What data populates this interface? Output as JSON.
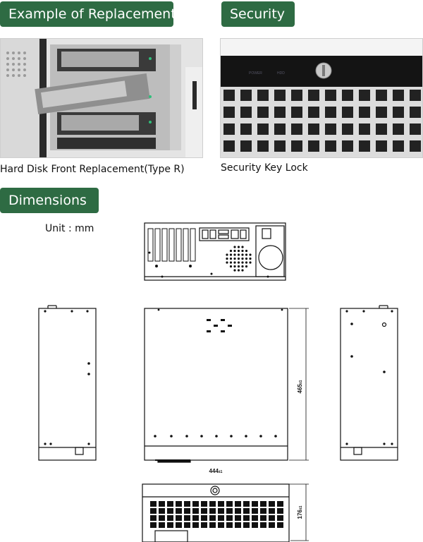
{
  "sections": {
    "replacement": {
      "title": "Example of Replacement",
      "caption": "Hard Disk Front Replacement(Type R)"
    },
    "security": {
      "title": "Security",
      "caption": "Security Key Lock"
    },
    "dimensions": {
      "title": "Dimensions",
      "unit": "Unit : mm"
    }
  },
  "dimension_values": {
    "depth": "465",
    "depth_tol": "±1",
    "width": "444",
    "width_tol": "±1",
    "height": "176",
    "height_tol": "±1"
  },
  "colors": {
    "section_tag": "#2e6b43",
    "panel_black": "#111111",
    "panel_silver": "#d8d8d8"
  }
}
